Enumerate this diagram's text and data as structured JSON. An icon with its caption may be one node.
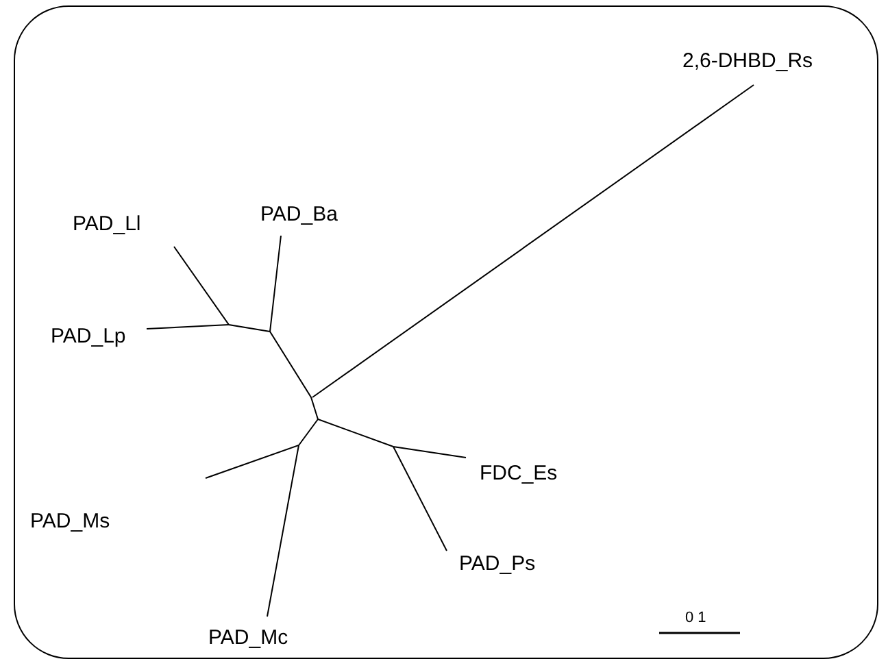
{
  "diagram": {
    "labels": [
      "2,6-DHBD_Rs",
      "PAD_Ll",
      "PAD_Ba",
      "PAD_Lp",
      "FDC_Es",
      "PAD_Ms",
      "PAD_Ps",
      "PAD_Mc",
      "0 1"
    ]
  }
}
